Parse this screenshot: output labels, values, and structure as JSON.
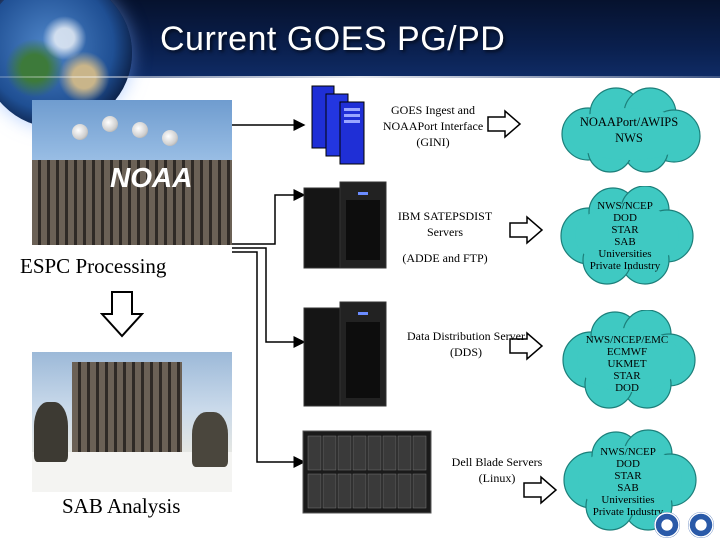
{
  "header": {
    "title": "Current GOES PG/PD"
  },
  "photos": {
    "espc_label": "ESPC Processing",
    "sab_label": "SAB Analysis",
    "noaa_sign": "NOAA"
  },
  "nodes": {
    "ingest": "GOES Ingest and\nNOAAPort Interface\n(GINI)",
    "satepsdist": "IBM SATEPSDIST\nServers",
    "adde": "(ADDE and FTP)",
    "dds": "Data Distribution Server\n(DDS)",
    "blade": "Dell Blade Servers\n(Linux)"
  },
  "clouds": {
    "c1": "NOAAPort/AWIPS\nNWS",
    "c2": "NWS/NCEP\nDOD\nSTAR\nSAB\nUniversities\nPrivate Industry",
    "c3": "NWS/NCEP/EMC\nECMWF\nUKMET\nSTAR\nDOD",
    "c4": "NWS/NCEP\nDOD\nSTAR\nSAB\nUniversities\nPrivate Industry"
  },
  "colors": {
    "header_bg": "#0a1f4d",
    "cloud_fill": "#3fc9c2",
    "rack_blue": "#1f2fd6",
    "rack_black": "#151515"
  }
}
